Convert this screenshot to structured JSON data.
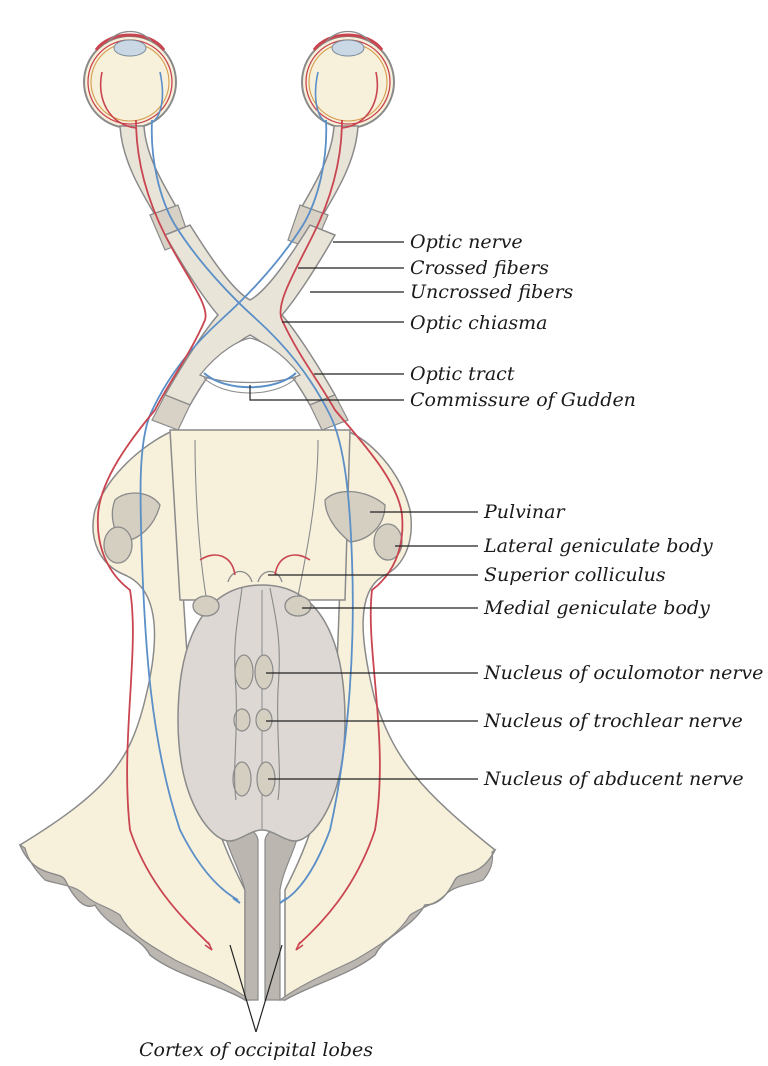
{
  "labels": {
    "optic_nerve": "Optic nerve",
    "crossed_fibers": "Crossed fibers",
    "uncrossed_fibers": "Uncrossed fibers",
    "optic_chiasma": "Optic chiasma",
    "optic_tract": "Optic tract",
    "commissure_of_gudden": "Commissure of Gudden",
    "pulvinar": "Pulvinar",
    "lateral_geniculate_body": "Lateral geniculate body",
    "superior_colliculus": "Superior colliculus",
    "medial_geniculate_body": "Medial geniculate body",
    "nucleus_oculomotor": "Nucleus of oculomotor nerve",
    "nucleus_trochlear": "Nucleus of trochlear nerve",
    "nucleus_abducent": "Nucleus of abducent nerve",
    "cortex_occipital": "Cortex of occipital lobes"
  },
  "colors": {
    "tissue": "#f7f1dc",
    "tissue_outline": "#8a8a8a",
    "brainstem": "#ddd8d3",
    "nucleus": "#d5cfc2",
    "cortex": "#bcb6b0",
    "nerve": "#e8e4d8",
    "crossed_fiber": "#5b8fc7",
    "uncrossed_fiber": "#c94550",
    "lens": "#c9d8e4"
  }
}
